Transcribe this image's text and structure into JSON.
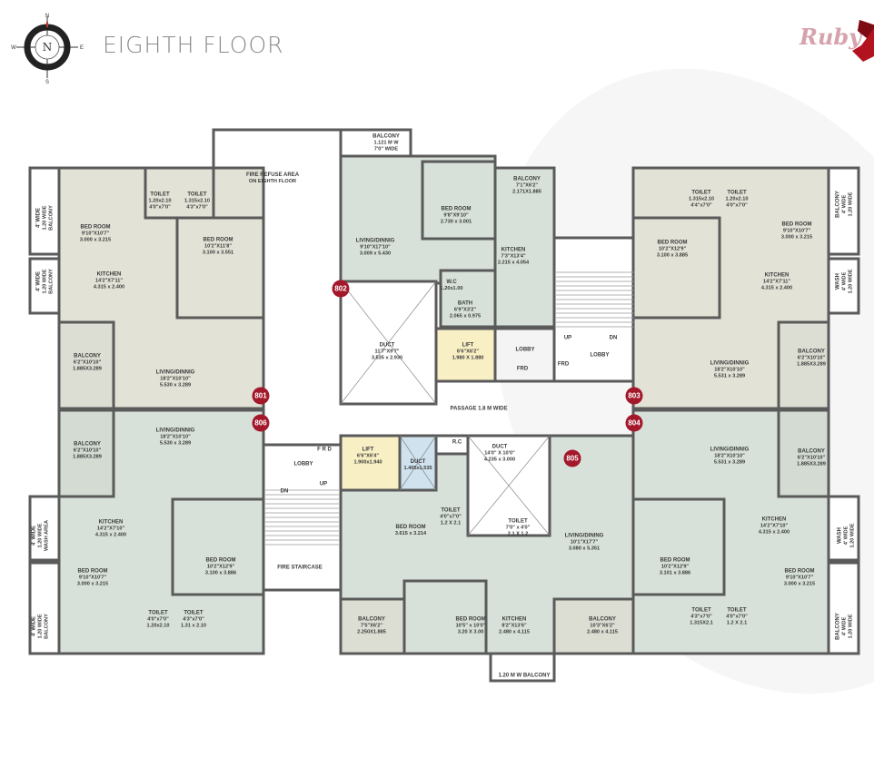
{
  "header": {
    "title": "EIGHTH FLOOR"
  },
  "compass": {
    "n": "N",
    "s": "S",
    "e": "E",
    "w": "W",
    "center": "N"
  },
  "logo": {
    "text": "Ruby"
  },
  "colors": {
    "flat_beige": "#e3e2d7",
    "flat_green": "#d8e1d9",
    "lift": "#f8efc4",
    "duct_small": "#cfe2ee",
    "wall": "#5a5a5a",
    "badge": "#a3182a"
  },
  "flats": [
    "801",
    "802",
    "803",
    "804",
    "805",
    "806"
  ],
  "rooms": [
    {
      "l": [
        "4' WIDE",
        "1.20 WIDE",
        "BALCONY"
      ]
    },
    {
      "l": [
        "BED ROOM",
        "9'10\"X10'7\"",
        "3.000 x 3.215"
      ]
    },
    {
      "l": [
        "TOILET",
        "1.20x2.10",
        "4'0\"x7'0\""
      ]
    },
    {
      "l": [
        "TOILET",
        "1.315x2.10",
        "4'3\"x7'0\""
      ]
    },
    {
      "l": [
        "BED ROOM",
        "10'2\"X11'8\"",
        "3.100 x 3.551"
      ]
    },
    {
      "l": [
        "4' WIDE",
        "1.20 WIDE",
        "BALCONY"
      ]
    },
    {
      "l": [
        "KITCHEN",
        "14'2\"X7'11\"",
        "4.315 x 2.400"
      ]
    },
    {
      "l": [
        "BALCONY",
        "6'2\"X10'10\"",
        "1.885X3.289"
      ]
    },
    {
      "l": [
        "LIVING/DINNIG",
        "18'2\"X10'10\"",
        "5.530 x 3.289"
      ]
    },
    {
      "l": [
        "FIRE REFUSE AREA",
        "ON EIGHTH FLOOR"
      ]
    },
    {
      "l": [
        "BALCONY",
        "1.121 M W",
        "7'0\" WIDE"
      ]
    },
    {
      "l": [
        "LIVING/DINNIG",
        "9'10\"X17'10\"",
        "3.009 x 5.430"
      ]
    },
    {
      "l": [
        "BED ROOM",
        "9'8\"X9'10\"",
        "2.730 x 3.001"
      ]
    },
    {
      "l": [
        "BALCONY",
        "7'1\"X6'2\"",
        "2.171X1.885"
      ]
    },
    {
      "l": [
        "KITCHEN",
        "7'3\"X13'4\"",
        "2.215 x 4.054"
      ]
    },
    {
      "l": [
        "W.C",
        "1.20x1.00"
      ]
    },
    {
      "l": [
        "BATH",
        "6'9\"X3'2\"",
        "2.065 x 0.975"
      ]
    },
    {
      "l": [
        "DUCT",
        "11'7\"X9'7\"",
        "3.535 x 2.930"
      ]
    },
    {
      "l": [
        "LIFT",
        "6'6\"X6'2\"",
        "1.980 X 1.880"
      ]
    },
    {
      "l": [
        "LOBBY"
      ]
    },
    {
      "l": [
        "FRD"
      ]
    },
    {
      "l": [
        "FRD"
      ]
    },
    {
      "l": [
        "LOBBY"
      ]
    },
    {
      "l": [
        "UP"
      ]
    },
    {
      "l": [
        "DN"
      ]
    },
    {
      "l": [
        "PASSAGE 1.8 M WIDE"
      ]
    },
    {
      "l": [
        "TOILET",
        "1.315x2.10",
        "4'4\"x7'0\""
      ]
    },
    {
      "l": [
        "TOILET",
        "1.20x2.10",
        "4'0\"x7'0\""
      ]
    },
    {
      "l": [
        "BED ROOM",
        "9'10\"X10'7\"",
        "3.000 x 3.215"
      ]
    },
    {
      "l": [
        "BALCONY",
        "4' WIDE",
        "1.20 WIDE"
      ]
    },
    {
      "l": [
        "BED ROOM",
        "10'2\"X12'9\"",
        "3.100 x 3.885"
      ]
    },
    {
      "l": [
        "KITCHEN",
        "14'2\"X7'11\"",
        "4.315 x 2.400"
      ]
    },
    {
      "l": [
        "WASH",
        "4' WIDE",
        "1.20 WIDE"
      ]
    },
    {
      "l": [
        "BALCONY",
        "6'2\"X10'10\"",
        "1.885X3.289"
      ]
    },
    {
      "l": [
        "LIVING/DINNIG",
        "18'2\"X10'10\"",
        "5.531 x 3.289"
      ]
    },
    {
      "l": [
        "LIVING/DINNIG",
        "18'2\"X10'10\"",
        "5.530 x 3.289"
      ]
    },
    {
      "l": [
        "BALCONY",
        "6'2\"X10'10\"",
        "1.885X3.289"
      ]
    },
    {
      "l": [
        "KITCHEN",
        "14'2\"X7'10\"",
        "4.315 x 2.400"
      ]
    },
    {
      "l": [
        "4' WIDE",
        "1.20 WIDE",
        "WASH AREA"
      ]
    },
    {
      "l": [
        "BED ROOM",
        "9'10\"X10'7\"",
        "3.000 x 3.215"
      ]
    },
    {
      "l": [
        "BED ROOM",
        "10'2\"X12'9\"",
        "3.100 x 3.886"
      ]
    },
    {
      "l": [
        "TOILET",
        "4'0\"x7'0\"",
        "1.20x2.10"
      ]
    },
    {
      "l": [
        "TOILET",
        "4'3\"x7'0\"",
        "1.31 x 2.10"
      ]
    },
    {
      "l": [
        "4' WIDE",
        "1.20 WIDE",
        "BALCONY"
      ]
    },
    {
      "l": [
        "F R D"
      ]
    },
    {
      "l": [
        "LOBBY"
      ]
    },
    {
      "l": [
        "DN"
      ]
    },
    {
      "l": [
        "UP"
      ]
    },
    {
      "l": [
        "FIRE STAIRCASE"
      ]
    },
    {
      "l": [
        "LIFT",
        "6'6\"X6'4\"",
        "1.900x1.940"
      ]
    },
    {
      "l": [
        "DUCT",
        "1.405x1.535"
      ]
    },
    {
      "l": [
        "R.C"
      ]
    },
    {
      "l": [
        "DUCT",
        "14'0\" X 10'0\"",
        "4.235 x 3.000"
      ]
    },
    {
      "l": [
        "TOILET",
        "4'0\"x7'0\"",
        "1.2 X 2.1"
      ]
    },
    {
      "l": [
        "BED ROOM",
        "3.615 x 3.214"
      ]
    },
    {
      "l": [
        "TOILET",
        "7'0\" x 4'0\"",
        "2.1 X 1.2"
      ]
    },
    {
      "l": [
        "LIVING/DINING",
        "10'1\"X17'7\"",
        "3.080 x 5.351"
      ]
    },
    {
      "l": [
        "BALCONY",
        "7'5\"X6'2\"",
        "2.250X1.885"
      ]
    },
    {
      "l": [
        "BED ROOM",
        "10'5\" x 10'0\"",
        "3.20 X 3.00"
      ]
    },
    {
      "l": [
        "KITCHEN",
        "8'2\"X13'6\"",
        "2.480 x 4.115"
      ]
    },
    {
      "l": [
        "BALCONY",
        "10'3\"X6'2\"",
        "2.480 x 4.115"
      ]
    },
    {
      "l": [
        "1.20 M W BALCONY"
      ]
    },
    {
      "l": [
        "LIVING/DINNIG",
        "18'2\"X10'10\"",
        "5.531 x 3.289"
      ]
    },
    {
      "l": [
        "BALCONY",
        "6'2\"X10'10\"",
        "1.885X3.289"
      ]
    },
    {
      "l": [
        "KITCHEN",
        "14'2\"X7'10\"",
        "4.315 x 2.400"
      ]
    },
    {
      "l": [
        "WASH",
        "4' WIDE",
        "1.20 WIDE"
      ]
    },
    {
      "l": [
        "BED ROOM",
        "10'2\"X12'9\"",
        "3.101 x 3.886"
      ]
    },
    {
      "l": [
        "BED ROOM",
        "9'10\"X10'7\"",
        "3.000 x 3.215"
      ]
    },
    {
      "l": [
        "TOILET",
        "4'3\"x7'0\"",
        "1.315X2.1"
      ]
    },
    {
      "l": [
        "TOILET",
        "4'0\"x7'0\"",
        "1.2 X 2.1"
      ]
    },
    {
      "l": [
        "BALCONY",
        "4' WIDE",
        "1.20 WIDE"
      ]
    }
  ]
}
